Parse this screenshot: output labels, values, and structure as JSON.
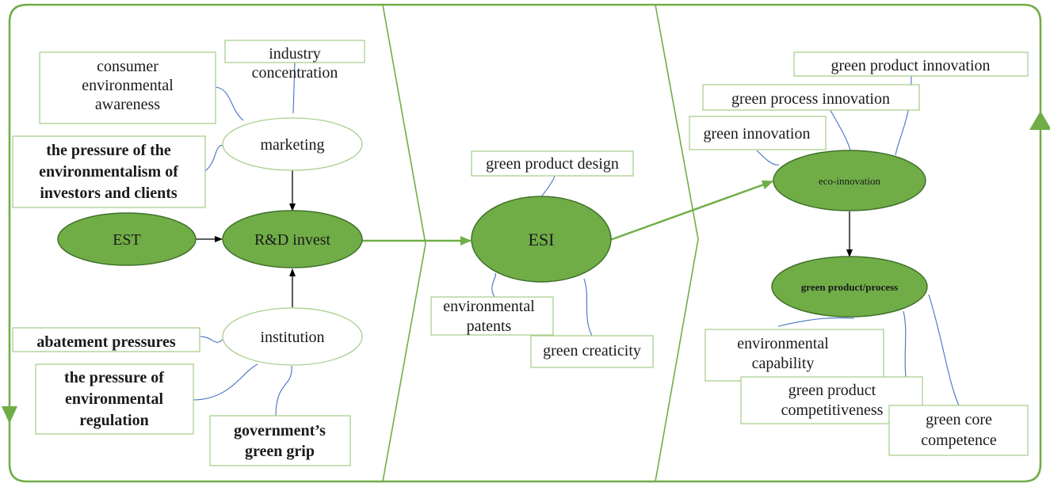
{
  "nodes": {
    "consumer": "consumer\nenvironmental\nawareness",
    "industry": "industry\nconcentration",
    "pressure_investors": "the pressure of the\nenvironmentalism of\ninvestors and clients",
    "marketing": "marketing",
    "est": "EST",
    "rd_invest": "R&D invest",
    "institution": "institution",
    "abatement": "abatement pressures",
    "pressure_regulation": "the pressure of\nenvironmental\nregulation",
    "government": "government’s\ngreen grip",
    "green_product_design": "green product design",
    "esi": "ESI",
    "environmental_patents": "environmental\npatents",
    "green_creaticity": "green creaticity",
    "green_product_innovation": "green product innovation",
    "green_process_innovation": "green process innovation",
    "green_innovation": "green innovation",
    "eco_innovation": "eco-innovation",
    "green_product_process": "green product/process",
    "environmental_capability": "environmental\ncapability",
    "green_product_competitiveness": "green product\ncompetitiveness",
    "green_core_competence": "green core\ncompetence"
  },
  "colors": {
    "dark_green": "#70ad47",
    "light_green_border": "#a9cf8f",
    "connector_blue": "#4472c4"
  }
}
